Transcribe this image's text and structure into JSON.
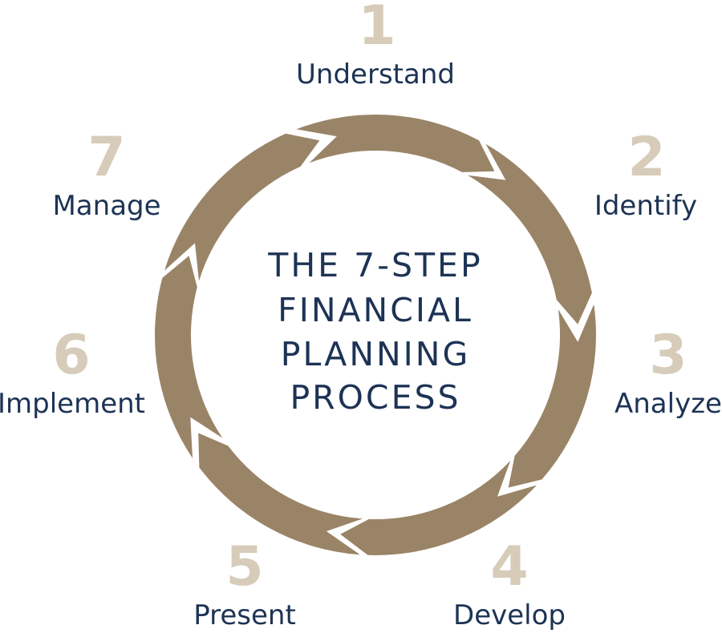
{
  "title_lines": [
    "THE 7-STEP",
    "FINANCIAL",
    "PLANNING",
    "PROCESS"
  ],
  "steps": [
    {
      "number": "1",
      "label": "Understand"
    },
    {
      "number": "2",
      "label": "Identify"
    },
    {
      "number": "3",
      "label": "Analyze"
    },
    {
      "number": "4",
      "label": "Develop"
    },
    {
      "number": "5",
      "label": "Present"
    },
    {
      "number": "6",
      "label": "Implement"
    },
    {
      "number": "7",
      "label": "Manage"
    }
  ],
  "colors": {
    "ring": "#9a8467",
    "number": "#d7ccb9",
    "text": "#1d3355",
    "background": "#ffffff"
  }
}
